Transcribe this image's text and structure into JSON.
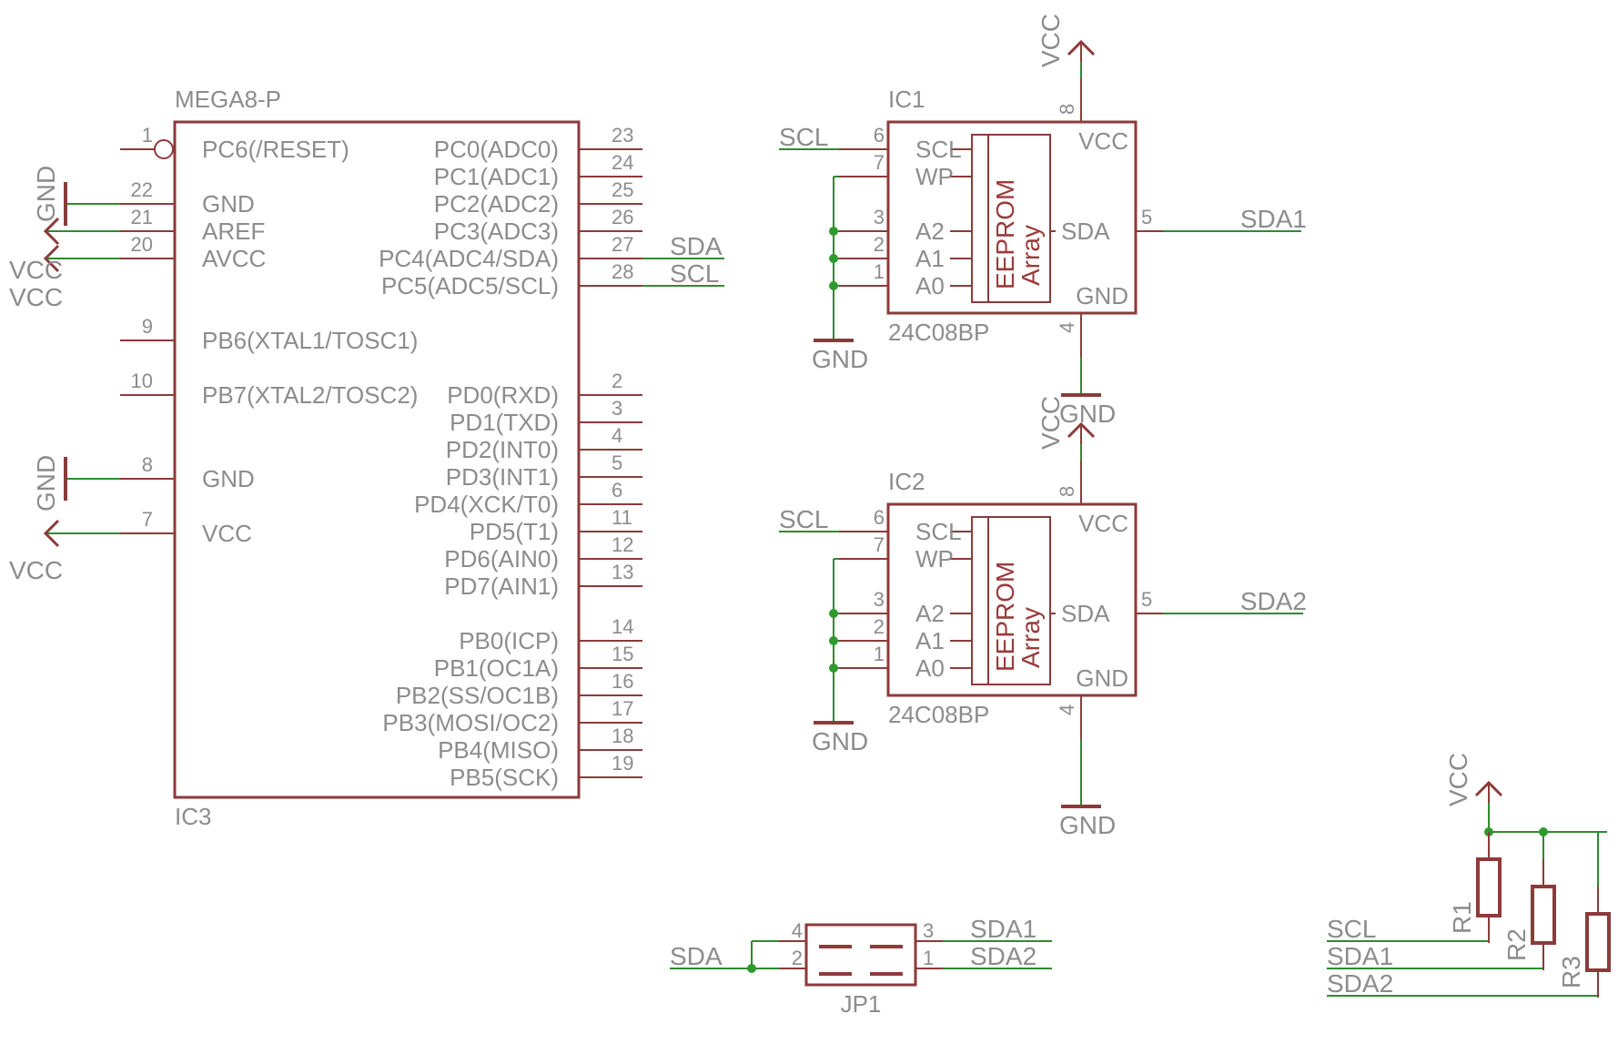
{
  "colors": {
    "component": "#8c3a3a",
    "wire": "#2e8b2e",
    "text": "#8c8c8c",
    "junction": "#2e9a2e"
  },
  "ic3": {
    "name": "IC3",
    "value": "MEGA8-P",
    "left_pins": [
      {
        "num": "1",
        "label": "PC6(/RESET)"
      },
      {
        "num": "22",
        "label": "GND"
      },
      {
        "num": "21",
        "label": "AREF"
      },
      {
        "num": "20",
        "label": "AVCC"
      },
      {
        "num": "9",
        "label": "PB6(XTAL1/TOSC1)"
      },
      {
        "num": "10",
        "label": "PB7(XTAL2/TOSC2)"
      },
      {
        "num": "8",
        "label": "GND"
      },
      {
        "num": "7",
        "label": "VCC"
      }
    ],
    "right_pins": [
      {
        "num": "23",
        "label": "PC0(ADC0)"
      },
      {
        "num": "24",
        "label": "PC1(ADC1)"
      },
      {
        "num": "25",
        "label": "PC2(ADC2)"
      },
      {
        "num": "26",
        "label": "PC3(ADC3)"
      },
      {
        "num": "27",
        "label": "PC4(ADC4/SDA)"
      },
      {
        "num": "28",
        "label": "PC5(ADC5/SCL)"
      },
      {
        "num": "2",
        "label": "PD0(RXD)"
      },
      {
        "num": "3",
        "label": "PD1(TXD)"
      },
      {
        "num": "4",
        "label": "PD2(INT0)"
      },
      {
        "num": "5",
        "label": "PD3(INT1)"
      },
      {
        "num": "6",
        "label": "PD4(XCK/T0)"
      },
      {
        "num": "11",
        "label": "PD5(T1)"
      },
      {
        "num": "12",
        "label": "PD6(AIN0)"
      },
      {
        "num": "13",
        "label": "PD7(AIN1)"
      },
      {
        "num": "14",
        "label": "PB0(ICP)"
      },
      {
        "num": "15",
        "label": "PB1(OC1A)"
      },
      {
        "num": "16",
        "label": "PB2(SS/OC1B)"
      },
      {
        "num": "17",
        "label": "PB3(MOSI/OC2)"
      },
      {
        "num": "18",
        "label": "PB4(MISO)"
      },
      {
        "num": "19",
        "label": "PB5(SCK)"
      }
    ],
    "nets": {
      "sda": "SDA",
      "scl": "SCL",
      "gnd1": "GND",
      "vcc1": "VCC",
      "vcc2": "VCC",
      "gnd2": "GND",
      "vcc3": "VCC"
    }
  },
  "eeproms": [
    {
      "name": "IC1",
      "value": "24C08BP",
      "pins": {
        "scl": "SCL",
        "wp": "WP",
        "a2": "A2",
        "a1": "A1",
        "a0": "A0",
        "vcc": "VCC",
        "sda": "SDA",
        "gnd": "GND"
      },
      "pin_nums": {
        "scl": "6",
        "wp": "7",
        "a2": "3",
        "a1": "2",
        "a0": "1",
        "vcc": "8",
        "sda": "5",
        "gnd": "4"
      },
      "block_top": "EEPROM",
      "block_bottom": "Array",
      "nets": {
        "scl": "SCL",
        "sda": "SDA1",
        "vcc": "VCC",
        "gnd_left": "GND",
        "gnd_bottom": "GND"
      }
    },
    {
      "name": "IC2",
      "value": "24C08BP",
      "pins": {
        "scl": "SCL",
        "wp": "WP",
        "a2": "A2",
        "a1": "A1",
        "a0": "A0",
        "vcc": "VCC",
        "sda": "SDA",
        "gnd": "GND"
      },
      "pin_nums": {
        "scl": "6",
        "wp": "7",
        "a2": "3",
        "a1": "2",
        "a0": "1",
        "vcc": "8",
        "sda": "5",
        "gnd": "4"
      },
      "block_top": "EEPROM",
      "block_bottom": "Array",
      "nets": {
        "scl": "SCL",
        "sda": "SDA2",
        "vcc": "VCC",
        "gnd_left": "GND",
        "gnd_bottom": "GND"
      }
    }
  ],
  "jp1": {
    "name": "JP1",
    "pin_nums": {
      "p4": "4",
      "p2": "2",
      "p3": "3",
      "p1": "1"
    },
    "nets": {
      "left": "SDA",
      "top_right": "SDA1",
      "bottom_right": "SDA2"
    }
  },
  "pullups": {
    "vcc": "VCC",
    "resistors": [
      "R1",
      "R2",
      "R3"
    ],
    "nets": [
      "SCL",
      "SDA1",
      "SDA2"
    ]
  }
}
